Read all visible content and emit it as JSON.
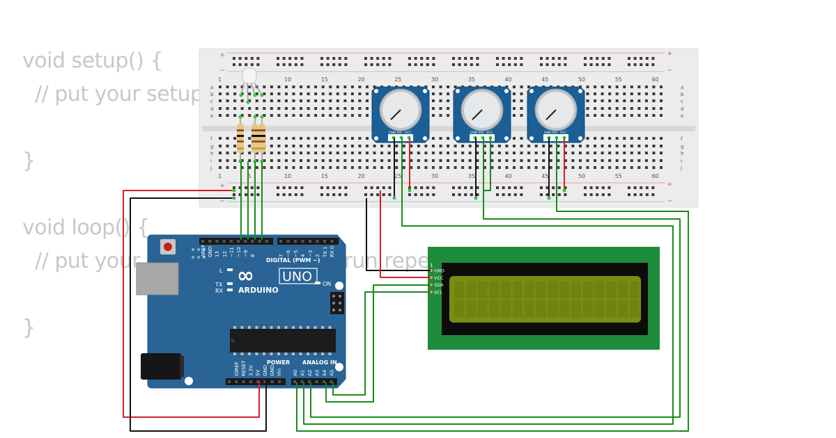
{
  "code": {
    "lines": [
      "void setup() {",
      "  // put your setup code here, to run once:",
      "",
      "}",
      "",
      "void loop() {",
      "  // put your main code here, to run repeatedly:",
      "",
      "}"
    ]
  },
  "breadboard": {
    "col_labels": [
      "1",
      "5",
      "10",
      "15",
      "20",
      "25",
      "30",
      "35",
      "40",
      "45",
      "50",
      "55",
      "60"
    ],
    "row_labels_top": [
      "a",
      "b",
      "c",
      "d",
      "e"
    ],
    "row_labels_bottom": [
      "f",
      "g",
      "h",
      "i",
      "j"
    ],
    "plus": "+",
    "minus": "−"
  },
  "potentiometer": {
    "pins": [
      "GND",
      "SIG",
      "VCC"
    ],
    "count": 3
  },
  "arduino": {
    "logo": "∞",
    "uno": "UNO",
    "brand": "ARDUINO",
    "digital_label": "DIGITAL (PWM ~)",
    "power_label": "POWER",
    "analog_label": "ANALOG IN",
    "led_l": "L",
    "led_tx": "TX",
    "led_rx": "RX",
    "led_on": "ON",
    "digital_pins": [
      "AREF",
      "GND",
      "13",
      "12",
      "~11",
      "~10",
      "~9",
      "8",
      "7",
      "~6",
      "~5",
      "4",
      "~3",
      "2",
      "TX 1",
      "RX 0"
    ],
    "power_pins": [
      "IOREF",
      "RESET",
      "3.3V",
      "5V",
      "GND",
      "GND",
      "Vin"
    ],
    "analog_pins": [
      "A0",
      "A1",
      "A2",
      "A3",
      "A4",
      "A5"
    ]
  },
  "lcd": {
    "pin_number": "1",
    "pins": [
      "GND",
      "VCC",
      "SDA",
      "SCL"
    ],
    "colors": {
      "pcb": "#1e8c3a",
      "bezel": "#0c0c0c",
      "screen": "#7a8c12"
    }
  },
  "colors": {
    "wire_red": "#d42020",
    "wire_black": "#111111",
    "wire_green": "#1a8a1a",
    "board_blue": "#2a6496",
    "pot_blue": "#1a5f96"
  }
}
